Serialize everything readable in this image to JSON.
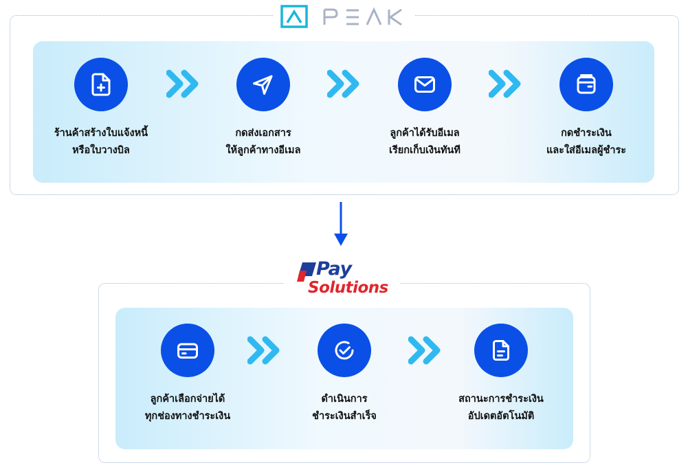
{
  "brand_top": {
    "logo_text": "PEAK",
    "accent": "#19b6d8",
    "letter_color": "#a9b3c6"
  },
  "brand_bottom": {
    "pay": "Pay",
    "solutions": "Solutions",
    "pay_color": "#1d3e9b",
    "solutions_color": "#e0262e"
  },
  "colors": {
    "circle": "#0a50e6",
    "chevron": "#2fb9f0",
    "arrow": "#0a50e6"
  },
  "peak_steps": [
    {
      "icon": "file-plus-icon",
      "line1": "ร้านค้าสร้างใบแจ้งหนี้",
      "line2": "หรือใบวางบิล"
    },
    {
      "icon": "send-icon",
      "line1": "กดส่งเอกสาร",
      "line2": "ให้ลูกค้าทางอีเมล"
    },
    {
      "icon": "mail-icon",
      "line1": "ลูกค้าได้รับอีเมล",
      "line2": "เรียกเก็บเงินทันที"
    },
    {
      "icon": "wallet-icon",
      "line1": "กดชำระเงิน",
      "line2": "และใส่อีเมลผู้ชำระ"
    }
  ],
  "pay_steps": [
    {
      "icon": "credit-card-icon",
      "line1": "ลูกค้าเลือกจ่ายได้",
      "line2": "ทุกช่องทางชำระเงิน"
    },
    {
      "icon": "check-circle-icon",
      "line1": "ดำเนินการ",
      "line2": "ชำระเงินสำเร็จ"
    },
    {
      "icon": "document-icon",
      "line1": "สถานะการชำระเงิน",
      "line2": "อัปเดตอัตโนมัติ"
    }
  ]
}
